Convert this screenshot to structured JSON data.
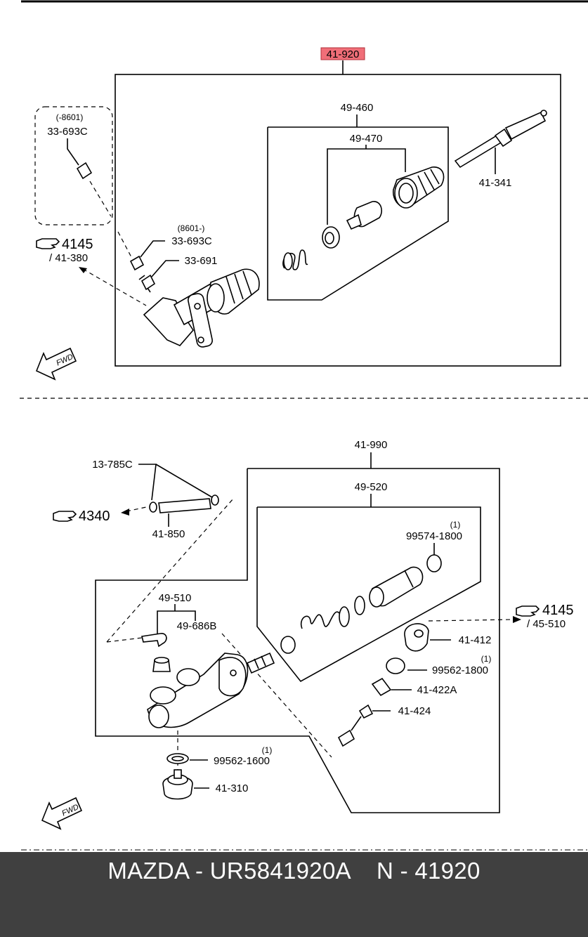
{
  "upper": {
    "assembly_label": "41-920",
    "kit_label": "49-460",
    "seal_set_label": "49-470",
    "rod_label": "41-341",
    "note_left_date": "(-8601)",
    "note_left_part": "33-693C",
    "note_mid_date": "(8601-)",
    "note_mid_part": "33-693C",
    "bleeder_label": "33-691",
    "ref_number": "4145",
    "ref_sub": "/ 41-380",
    "fwd": "FWD"
  },
  "lower": {
    "assembly_label": "41-990",
    "kit_label": "49-520",
    "clip_label": "13-785C",
    "ref_left_number": "4340",
    "hose_label": "41-850",
    "qty_1": "(1)",
    "snap_ring_label": "99574-1800",
    "joint_label": "49-510",
    "bolt_label": "49-686B",
    "ref_right_number": "4145",
    "ref_right_sub": "/ 45-510",
    "cap_label": "41-412",
    "qty_2": "(1)",
    "oring_label": "99562-1800",
    "seat_label": "41-422A",
    "bleeder_label": "41-424",
    "qty_3": "(1)",
    "washer_label": "99562-1600",
    "reservoir_cap_label": "41-310",
    "fwd": "FWD"
  },
  "footer": {
    "text": "MAZDA - UR5841920A    N - 41920"
  },
  "colors": {
    "highlight": "#f06e78",
    "footer_bg": "#404040"
  }
}
